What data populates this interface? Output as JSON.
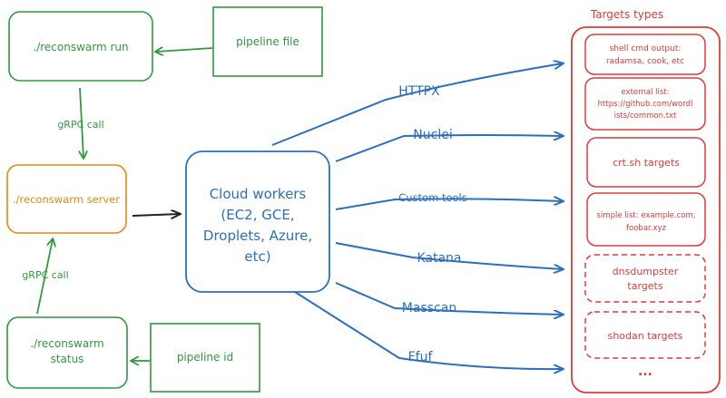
{
  "colors": {
    "green": "#2f9a3e",
    "orange": "#e08a12",
    "blue": "#2b6fbe",
    "red": "#e03a3a",
    "black": "#222222"
  },
  "nodes": {
    "run": "./reconswarm run",
    "pipeline_file": "pipeline file",
    "server": "./reconswarm server",
    "status_line1": "./reconswarm",
    "status_line2": "status",
    "pipeline_id": "pipeline id",
    "cloud_line1": "Cloud workers",
    "cloud_line2": "(EC2, GCE,",
    "cloud_line3": "Droplets, Azure,",
    "cloud_line4": "etc)"
  },
  "edges": {
    "grpc_top": "gRPC call",
    "grpc_bottom": "gRPC call"
  },
  "tools": [
    "HTTPX",
    "Nuclei",
    "Custom tools",
    "Katana",
    "Masscan",
    "Ffuf"
  ],
  "targets": {
    "title": "Targets types",
    "shell_line1": "shell cmd output:",
    "shell_line2": "radamsa, cook, etc",
    "external_line1": "external list:",
    "external_line2": "https://github.com/wordl",
    "external_line3": "ists/common.txt",
    "crtsh": "crt.sh targets",
    "simple_line1": "simple list: example.com,",
    "simple_line2": "foobar.xyz",
    "dnsdumpster_line1": "dnsdumpster",
    "dnsdumpster_line2": "targets",
    "shodan": "shodan targets",
    "more": "..."
  }
}
